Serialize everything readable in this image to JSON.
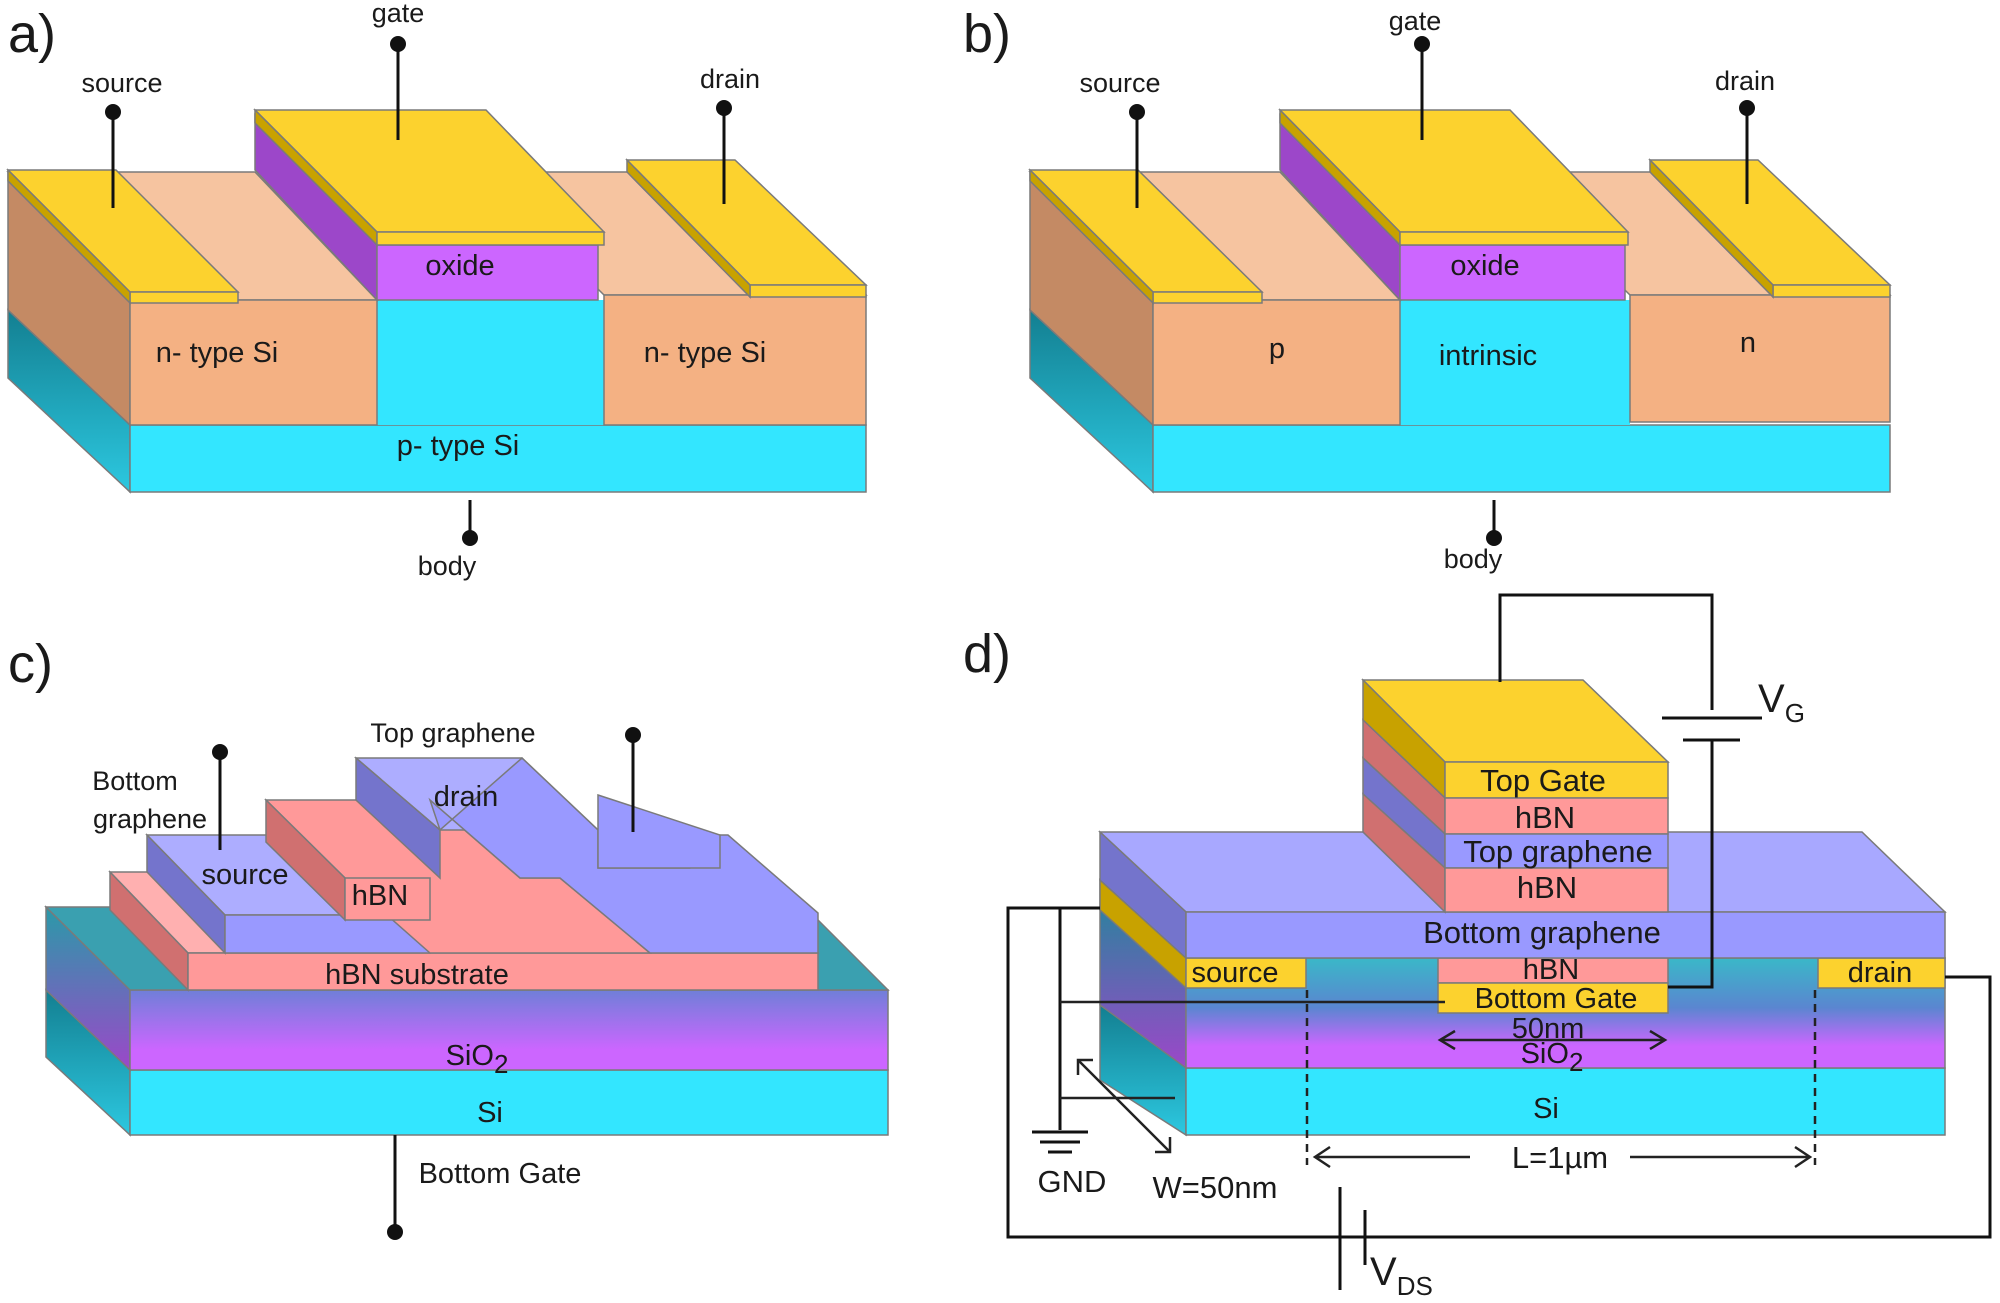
{
  "colors": {
    "gold": "#fcd22e",
    "gold_side": "#c8a200",
    "oxide": "#cc66ff",
    "oxide_side": "#9c47c9",
    "n_type": "#f4b183",
    "n_type_light": "#f6c4a0",
    "n_type_side": "#c48a64",
    "cyan": "#33e6ff",
    "cyan_side": "#18aec4",
    "graphene": "#9999ff",
    "graphene_light": "#adadff",
    "graphene_side": "#7474cc",
    "hbn": "#ff9999",
    "hbn_side": "#d07070",
    "sio2_top": "#6f7fd8",
    "sio2_bottom": "#cc66ff"
  },
  "panel_a": {
    "label": "a)",
    "gate": "gate",
    "source": "source",
    "drain": "drain",
    "oxide": "oxide",
    "n_left": "n- type Si",
    "n_right": "n- type Si",
    "p_substrate": "p- type Si",
    "body": "body"
  },
  "panel_b": {
    "label": "b)",
    "gate": "gate",
    "source": "source",
    "drain": "drain",
    "oxide": "oxide",
    "p_region": "p",
    "intrinsic": "intrinsic",
    "n_region": "n",
    "body": "body"
  },
  "panel_c": {
    "label": "c)",
    "top_graphene": "Top graphene",
    "bottom_graphene_line1": "Bottom",
    "bottom_graphene_line2": "graphene",
    "drain": "drain",
    "source": "source",
    "hbn": "hBN",
    "hbn_substrate": "hBN substrate",
    "sio2_base": "SiO",
    "sio2_sub": "2",
    "si": "Si",
    "bottom_gate": "Bottom Gate"
  },
  "panel_d": {
    "label": "d)",
    "top_gate": "Top Gate",
    "hbn_upper": "hBN",
    "top_graphene": "Top graphene",
    "hbn_lower": "hBN",
    "bottom_graphene": "Bottom graphene",
    "source": "source",
    "drain": "drain",
    "hbn_small": "hBN",
    "bottom_gate": "Bottom Gate",
    "dim_50nm": "50nm",
    "sio2_base": "SiO",
    "sio2_sub": "2",
    "si": "Si",
    "vg_base": "V",
    "vg_sub": "G",
    "vds_base": "V",
    "vds_sub": "DS",
    "gnd": "GND",
    "width": "W=50nm",
    "length": "L=1µm"
  }
}
